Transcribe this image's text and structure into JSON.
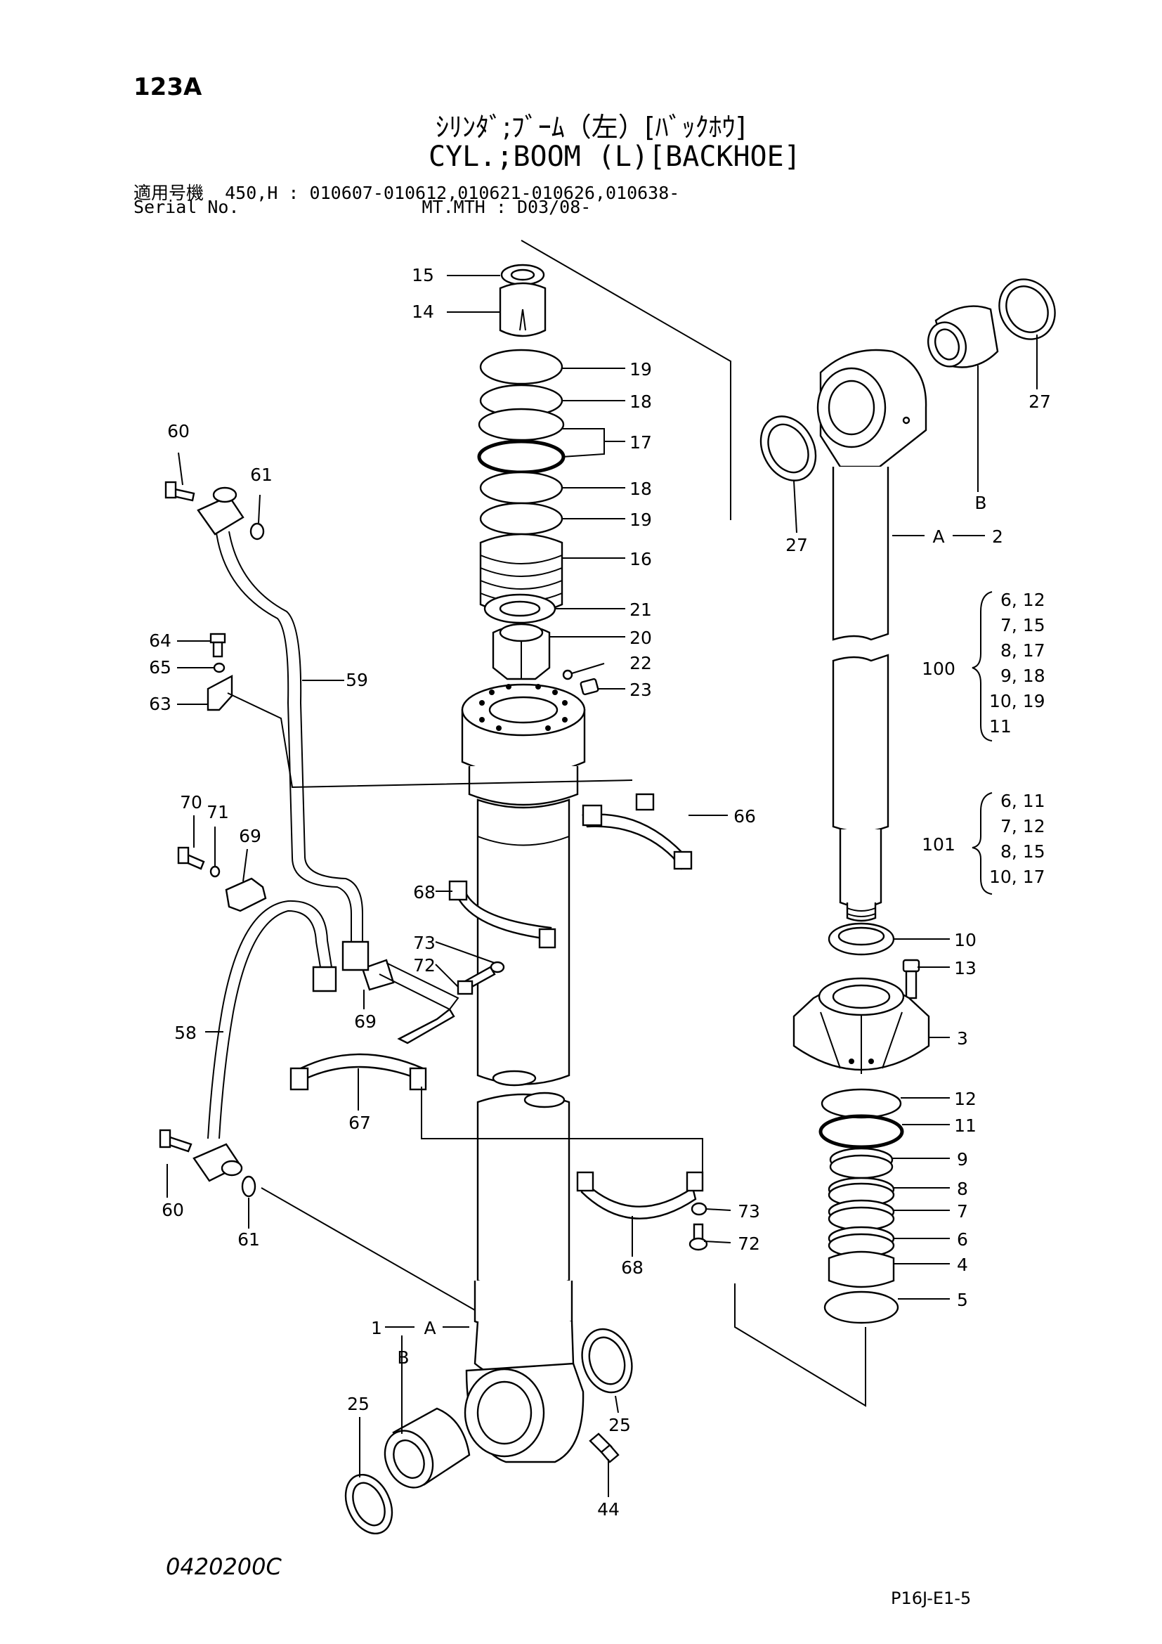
{
  "header": {
    "page_number": "123A",
    "title_jp": "ｼﾘﾝﾀﾞ;ﾌﾞｰﾑ（左）[ﾊﾞｯｸﾎｳ]",
    "title_en": "CYL.;BOOM (L)[BACKHOE]",
    "applicable_label": "適用号機",
    "model_and_serials": "450,H : 010607-010612,010621-010626,010638-",
    "serial_label": "Serial No.",
    "mt_mth": "MT.MTH : D03/08-"
  },
  "footer": {
    "drawing_code": "0420200C",
    "page_ref": "P16J-E1-5"
  },
  "callouts": {
    "c15": "15",
    "c14": "14",
    "c19a": "19",
    "c18a": "18",
    "c17": "17",
    "c18b": "18",
    "c19b": "19",
    "c16": "16",
    "c21": "21",
    "c20": "20",
    "c22": "22",
    "c23": "23",
    "c60a": "60",
    "c61a": "61",
    "c64": "64",
    "c65": "65",
    "c63": "63",
    "c59": "59",
    "c70": "70",
    "c71": "71",
    "c69a": "69",
    "c66": "66",
    "c68a": "68",
    "c73a": "73",
    "c72a": "72",
    "c69b": "69",
    "c58": "58",
    "c67": "67",
    "c60b": "60",
    "c61b": "61",
    "c73b": "73",
    "c72b": "72",
    "c68b": "68",
    "c1": "1",
    "cA1": "A",
    "cB1": "B",
    "c25a": "25",
    "c25b": "25",
    "c44": "44",
    "c27a": "27",
    "c27b": "27",
    "cB2": "B",
    "cA2": "A",
    "c2": "2",
    "c10": "10",
    "c13": "13",
    "c3": "3",
    "c12": "12",
    "c11": "11",
    "c9": "9",
    "c8": "8",
    "c7": "7",
    "c6": "6",
    "c4": "4",
    "c5": "5"
  },
  "kits": [
    {
      "number": "100",
      "rows": [
        "6, 12",
        "7, 15",
        "8, 17",
        "9, 18",
        "10, 19",
        "11"
      ]
    },
    {
      "number": "101",
      "rows": [
        "6, 11",
        "7, 12",
        "8, 15",
        "10, 17"
      ]
    }
  ]
}
